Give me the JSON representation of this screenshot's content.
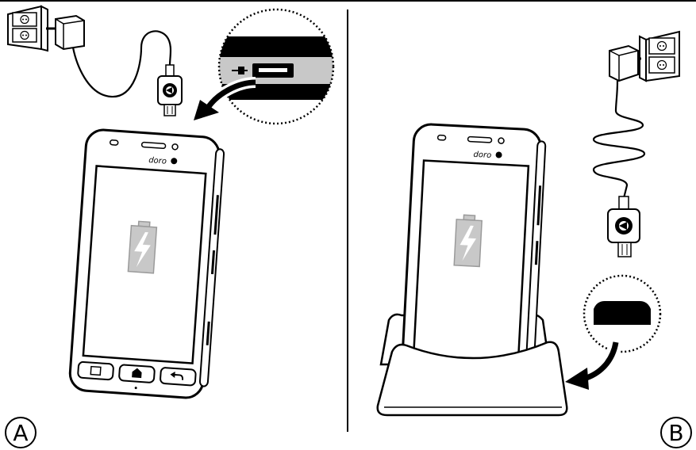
{
  "panels": [
    {
      "id": "A",
      "label": "A",
      "brand": "doro"
    },
    {
      "id": "B",
      "label": "B",
      "brand": "doro"
    }
  ],
  "colors": {
    "line": "#000000",
    "battery_fill": "#c8c8c8",
    "battery_stroke": "#9a9a9a",
    "background": "#ffffff"
  },
  "icons": [
    "wall-socket-icon",
    "charger-adapter-icon",
    "usb-plug-icon",
    "battery-charging-icon",
    "menu-icon",
    "home-icon",
    "back-icon",
    "curved-arrow-icon"
  ]
}
